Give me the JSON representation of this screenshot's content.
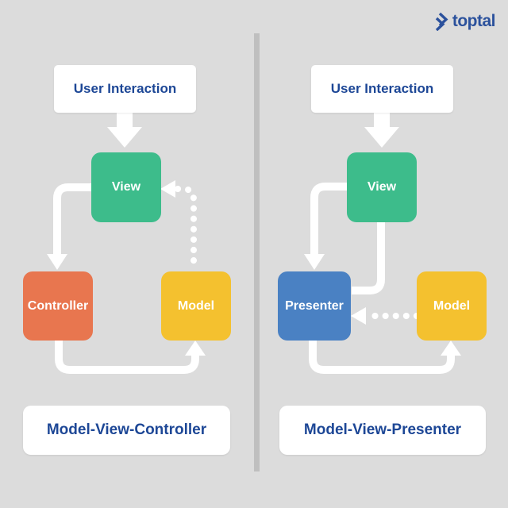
{
  "logo": {
    "wordmark": "toptal",
    "icon": "toptal-double-chevron",
    "color": "#2b519c"
  },
  "divider": {
    "orientation": "vertical",
    "color": "#bfbfbf"
  },
  "panels": {
    "mvc": {
      "caption": "Model-View-Controller",
      "user_interaction_label": "User Interaction",
      "nodes": {
        "view": {
          "label": "View",
          "color": "#3dbc8b"
        },
        "controller": {
          "label": "Controller",
          "color": "#e8764f"
        },
        "model": {
          "label": "Model",
          "color": "#f4c12f"
        }
      },
      "edges": [
        {
          "from": "user_interaction",
          "to": "view",
          "style": "white-block-arrow"
        },
        {
          "from": "view",
          "to": "controller",
          "style": "solid-arrow"
        },
        {
          "from": "controller",
          "to": "model",
          "style": "solid-arrow"
        },
        {
          "from": "model",
          "to": "view",
          "style": "dotted-arrow"
        }
      ]
    },
    "mvp": {
      "caption": "Model-View-Presenter",
      "user_interaction_label": "User Interaction",
      "nodes": {
        "view": {
          "label": "View",
          "color": "#3dbc8b"
        },
        "presenter": {
          "label": "Presenter",
          "color": "#4a81c3"
        },
        "model": {
          "label": "Model",
          "color": "#f4c12f"
        }
      },
      "edges": [
        {
          "from": "user_interaction",
          "to": "view",
          "style": "white-block-arrow"
        },
        {
          "from": "view",
          "to": "presenter",
          "style": "solid-arrow"
        },
        {
          "from": "view",
          "to": "presenter",
          "style": "solid-line",
          "note": "view bottom to presenter right side"
        },
        {
          "from": "model",
          "to": "presenter",
          "style": "dotted-arrow"
        },
        {
          "from": "presenter",
          "to": "model",
          "style": "solid-arrow"
        }
      ]
    }
  },
  "colors": {
    "background": "#dcdcdc",
    "divider": "#bfbfbf",
    "card": "#ffffff",
    "navy_text": "#1d4796",
    "view_green": "#3dbc8b",
    "controller_orange": "#e8764f",
    "model_yellow": "#f4c12f",
    "presenter_blue": "#4a81c3",
    "connector": "#ffffff"
  }
}
